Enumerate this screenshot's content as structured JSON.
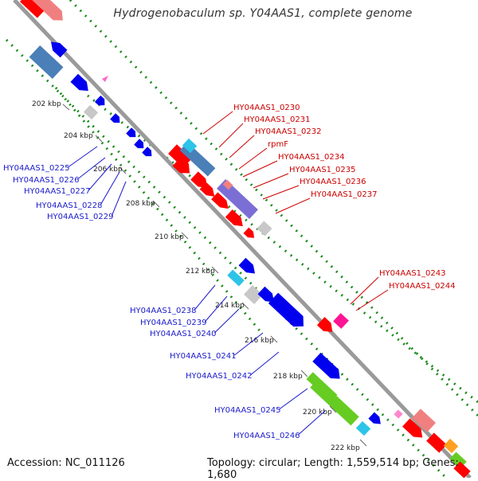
{
  "title": "Hydrogenobaculum sp. Y04AAS1, complete genome",
  "footer": {
    "accession": "Accession: NC_011126",
    "summary": "Topology: circular; Length: 1,559,514 bp; Genes: 1,680"
  },
  "colors": {
    "backbone": "#9a9a9a",
    "ring_dots": "#1a8a1a",
    "forward_label": "#cc0000",
    "reverse_label": "#1a1acc",
    "forward_feature": "#ff0000",
    "reverse_feature": "#0000ee",
    "unknown_feature": "#c8c8c8",
    "cyan_feature": "#2cc4e8",
    "steel_feature": "#4a7fb8",
    "purple_feature": "#7b6fd6",
    "green_feature": "#66cc22",
    "magenta_feature": "#ff1493",
    "salmon_feature": "#f08080",
    "orange_feature": "#ffa020"
  },
  "ticks": [
    {
      "label": "202 kbp"
    },
    {
      "label": "204 kbp"
    },
    {
      "label": "206 kbp"
    },
    {
      "label": "208 kbp"
    },
    {
      "label": "210 kbp"
    },
    {
      "label": "212 kbp"
    },
    {
      "label": "214 kbp"
    },
    {
      "label": "216 kbp"
    },
    {
      "label": "218 kbp"
    },
    {
      "label": "220 kbp"
    },
    {
      "label": "222 kbp"
    }
  ],
  "forward_labels": [
    "HY04AAS1_0230",
    "HY04AAS1_0231",
    "HY04AAS1_0232",
    "rpmF",
    "HY04AAS1_0234",
    "HY04AAS1_0235",
    "HY04AAS1_0236",
    "HY04AAS1_0237",
    "HY04AAS1_0243",
    "HY04AAS1_0244"
  ],
  "reverse_labels": [
    "HY04AAS1_0225",
    "HY04AAS1_0226",
    "HY04AAS1_0227",
    "HY04AAS1_0228",
    "HY04AAS1_0229",
    "HY04AAS1_0238",
    "HY04AAS1_0239",
    "HY04AAS1_0240",
    "HY04AAS1_0241",
    "HY04AAS1_0242",
    "HY04AAS1_0245",
    "HY04AAS1_0246"
  ]
}
